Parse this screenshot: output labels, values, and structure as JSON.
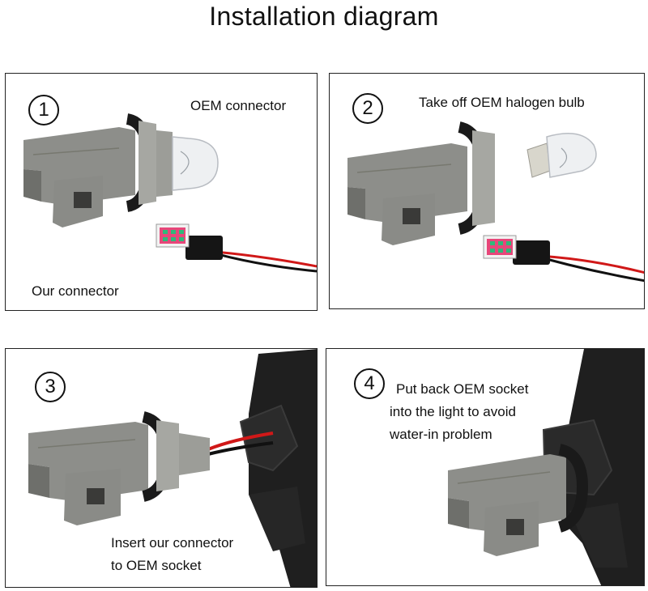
{
  "title": "Installation diagram",
  "panels": [
    {
      "step": "1",
      "labels": [
        "OEM connector",
        "Our connector"
      ]
    },
    {
      "step": "2",
      "labels": [
        "Take off OEM halogen bulb"
      ]
    },
    {
      "step": "3",
      "labels": [
        "Insert our connector",
        "to OEM socket"
      ]
    },
    {
      "step": "4",
      "labels": [
        "Put back OEM socket",
        "into the light to avoid",
        "water-in problem"
      ]
    }
  ],
  "colors": {
    "socket_gray": "#8d8e8a",
    "socket_dark": "#6e6f6b",
    "seal_black": "#1a1a1a",
    "wire_red": "#d01818",
    "wire_black": "#111111",
    "led_pink": "#e8467a",
    "led_green": "#2fb87a"
  }
}
